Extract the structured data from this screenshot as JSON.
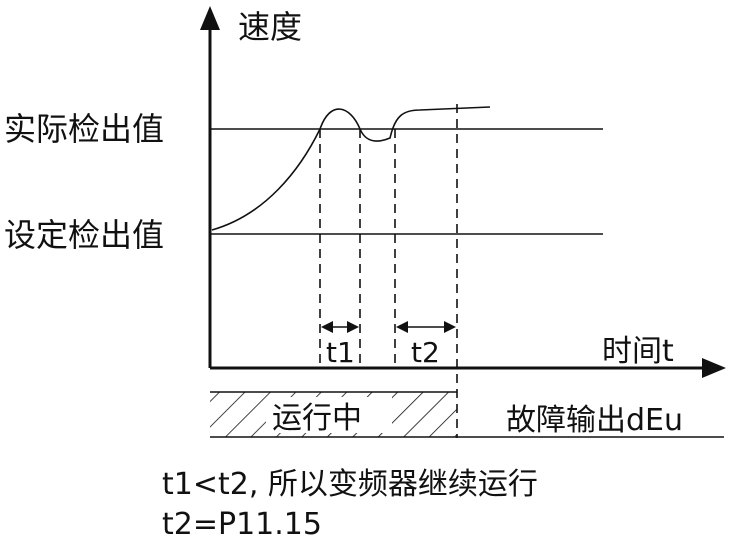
{
  "diagram": {
    "y_axis_label": "速度",
    "x_axis_label": "时间t",
    "actual_level_label": "实际检出值",
    "set_level_label": "设定检出值",
    "interval_1_label": "t1",
    "interval_2_label": "t2",
    "running_label": "运行中",
    "fault_output_label": "故障输出dEu"
  },
  "notes": {
    "line_1": "t1<t2, 所以变频器继续运行",
    "line_2": "t2=P11.15"
  },
  "colors": {
    "ink": "#111111",
    "background": "#ffffff"
  }
}
